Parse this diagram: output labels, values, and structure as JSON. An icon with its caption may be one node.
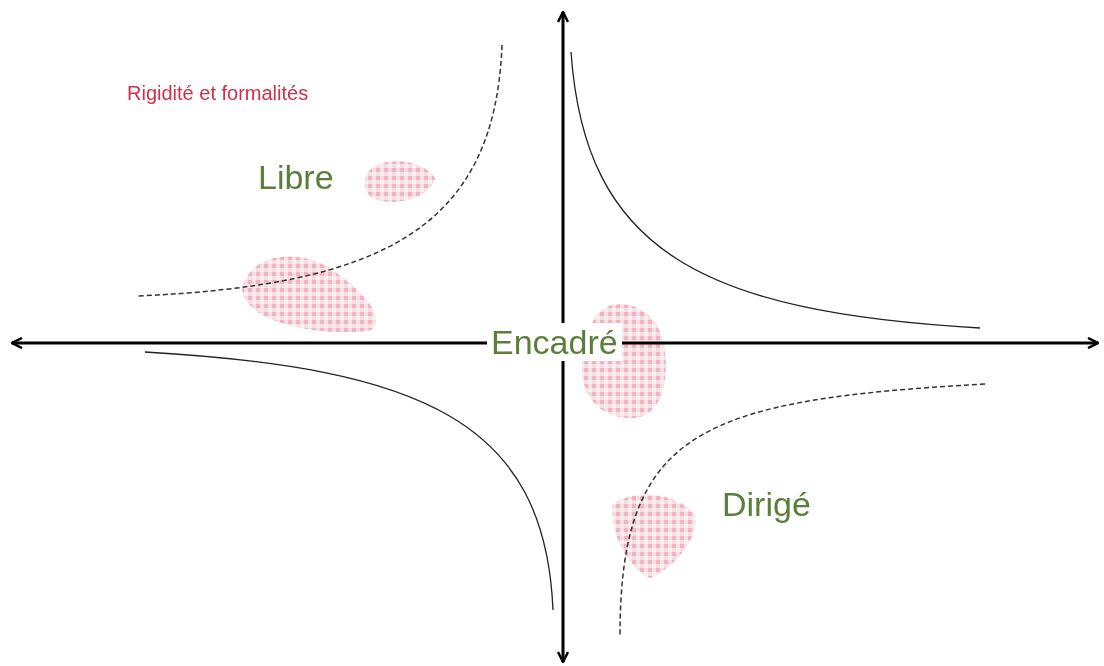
{
  "diagram": {
    "labels": [
      "Rigidité et formalités",
      "Libre",
      "Encadré",
      "Dirigé"
    ]
  }
}
